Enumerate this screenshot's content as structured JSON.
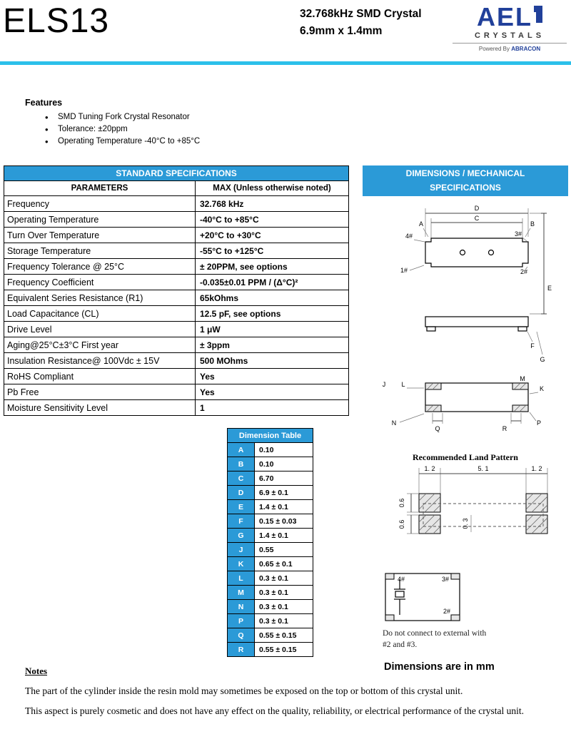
{
  "header": {
    "product": "ELS13",
    "subtitle_line1": "32.768kHz SMD Crystal",
    "subtitle_line2": "6.9mm x 1.4mm",
    "logo": {
      "brand": "AEL",
      "brand_sub": "CRYSTALS",
      "powered_by_prefix": "Powered By",
      "powered_by_brand": "ABRACON"
    }
  },
  "features": {
    "title": "Features",
    "items": [
      "SMD Tuning Fork Crystal Resonator",
      "Tolerance: ±20ppm",
      "Operating Temperature -40°C to +85°C"
    ]
  },
  "spec_table": {
    "title": "STANDARD SPECIFICATIONS",
    "col1": "PARAMETERS",
    "col2": "MAX (Unless otherwise noted)",
    "rows": [
      {
        "param": "Frequency",
        "value": "32.768 kHz"
      },
      {
        "param": "Operating Temperature",
        "value": "-40°C to +85°C"
      },
      {
        "param": "Turn Over Temperature",
        "value": "+20°C to +30°C"
      },
      {
        "param": "Storage Temperature",
        "value": "-55°C to +125°C"
      },
      {
        "param": "Frequency Tolerance @ 25°C",
        "value": "± 20PPM, see options"
      },
      {
        "param": "Frequency Coefficient",
        "value": "-0.035±0.01 PPM / (Δ°C)²"
      },
      {
        "param": "Equivalent Series Resistance (R1)",
        "value": "65kOhms"
      },
      {
        "param": "Load Capacitance (CL)",
        "value": "12.5 pF, see options"
      },
      {
        "param": "Drive Level",
        "value": "1 μW"
      },
      {
        "param": "Aging@25°C±3°C First year",
        "value": "± 3ppm"
      },
      {
        "param": "Insulation Resistance@ 100Vdc ± 15V",
        "value": "500 MOhms"
      },
      {
        "param": "RoHS Compliant",
        "value": "Yes"
      },
      {
        "param": "Pb Free",
        "value": "Yes"
      },
      {
        "param": "Moisture Sensitivity Level",
        "value": "1"
      }
    ]
  },
  "dim_panel": {
    "title_line1": "DIMENSIONS / MECHANICAL",
    "title_line2": "SPECIFICATIONS"
  },
  "drawing": {
    "top_view": {
      "dim_d": "D",
      "dim_c": "C",
      "dim_a": "A",
      "dim_b": "B",
      "dim_e": "E",
      "pin1": "1#",
      "pin2": "2#",
      "pin3": "3#",
      "pin4": "4#"
    },
    "side_view": {
      "dim_f": "F",
      "dim_g": "G"
    },
    "bottom_view": {
      "dim_j": "J",
      "dim_k": "K",
      "dim_l": "L",
      "dim_m": "M",
      "dim_n": "N",
      "dim_p": "P",
      "dim_q": "Q",
      "dim_r": "R"
    }
  },
  "land_pattern": {
    "title": "Recommended Land Pattern",
    "dim_left": "1. 2",
    "dim_mid": "5. 1",
    "dim_right": "1. 2",
    "dim_v_top": "0.6",
    "dim_v_bottom": "0.6",
    "dim_v_gap": "0. 3"
  },
  "pad_diagram": {
    "pin4": "4#",
    "pin3": "3#",
    "pin2": "2#",
    "note_line1": "Do not connect to external with",
    "note_line2": "#2 and #3."
  },
  "units_note": "Dimensions are in mm",
  "dim_table": {
    "title": "Dimension Table",
    "rows": [
      {
        "key": "A",
        "value": "0.10"
      },
      {
        "key": "B",
        "value": "0.10"
      },
      {
        "key": "C",
        "value": "6.70"
      },
      {
        "key": "D",
        "value": "6.9 ± 0.1"
      },
      {
        "key": "E",
        "value": "1.4 ± 0.1"
      },
      {
        "key": "F",
        "value": "0.15 ± 0.03"
      },
      {
        "key": "G",
        "value": "1.4 ± 0.1"
      },
      {
        "key": "J",
        "value": "0.55"
      },
      {
        "key": "K",
        "value": "0.65 ± 0.1"
      },
      {
        "key": "L",
        "value": "0.3 ± 0.1"
      },
      {
        "key": "M",
        "value": "0.3 ± 0.1"
      },
      {
        "key": "N",
        "value": "0.3 ± 0.1"
      },
      {
        "key": "P",
        "value": "0.3 ± 0.1"
      },
      {
        "key": "Q",
        "value": "0.55 ± 0.15"
      },
      {
        "key": "R",
        "value": "0.55 ± 0.15"
      }
    ]
  },
  "notes": {
    "title": "Notes",
    "para1": "The part of the cylinder inside the resin mold may sometimes be exposed on the top or bottom of this crystal unit.",
    "para2": "This aspect is purely cosmetic and does not have any effect on the quality, reliability, or electrical performance of the crystal unit."
  },
  "colors": {
    "accent_cyan": "#2BC0EA",
    "table_header_blue": "#2B9AD7",
    "logo_blue": "#21409A"
  }
}
